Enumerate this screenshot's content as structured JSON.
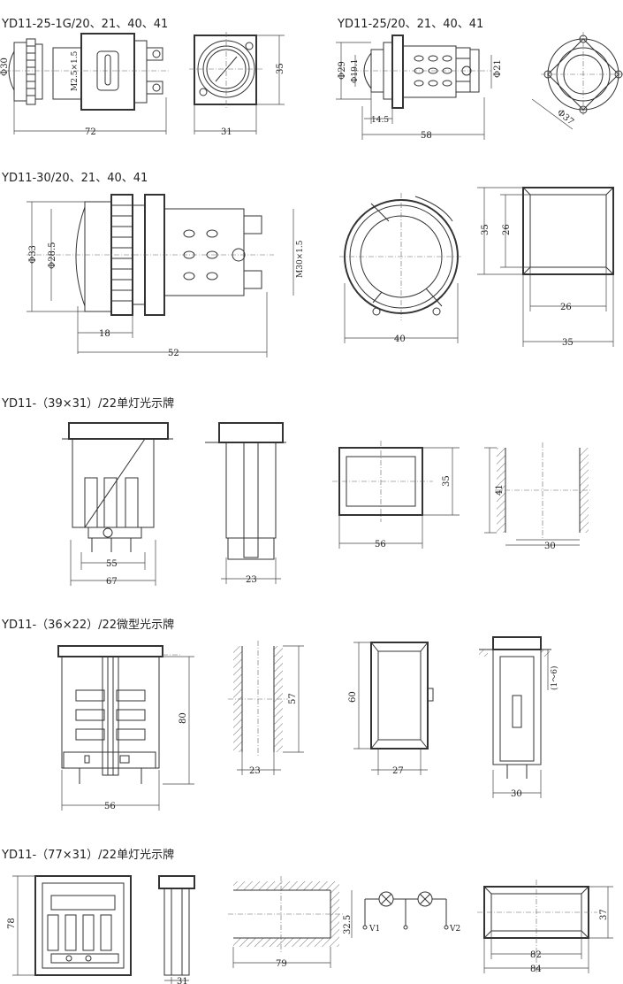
{
  "headers": {
    "s1a": "YD11-25-1G/20、21、40、41",
    "s1b": "YD11-25/20、21、40、41",
    "s2": "YD11-30/20、21、40、41",
    "s3": "YD11-（39×31）/22单灯光示牌",
    "s4": "YD11-（36×22）/22微型光示牌",
    "s5": "YD11-（77×31）/22单灯光示牌"
  },
  "dims": {
    "d72": "72",
    "d31a": "31",
    "d35a": "35",
    "phi30": "Φ30",
    "m25": "M2.5×1.5",
    "phi29": "Φ29",
    "phi191": "Φ19.1",
    "phi21": "Φ21",
    "d145": "14.5",
    "d58": "58",
    "phi37": "Φ37",
    "phi33": "Φ33",
    "phi285": "Φ28.5",
    "m30": "M30×1.5",
    "d18": "18",
    "d52": "52",
    "d40": "40",
    "d35b": "35",
    "d26a": "26",
    "d26b": "26",
    "d35c": "35",
    "d55": "55",
    "d67": "67",
    "d23a": "23",
    "d56a": "56",
    "d35d": "35",
    "d41": "41",
    "d30a": "30",
    "d80": "80",
    "d56b": "56",
    "d23b": "23",
    "d57": "57",
    "d60": "60",
    "d27": "27",
    "d1_6": "(1～6)",
    "d30b": "30",
    "d78": "78",
    "d31b": "31",
    "d79": "79",
    "d325": "32.5",
    "v1": "V1",
    "v2": "V2",
    "d82": "82",
    "d84": "84",
    "d37": "37"
  }
}
